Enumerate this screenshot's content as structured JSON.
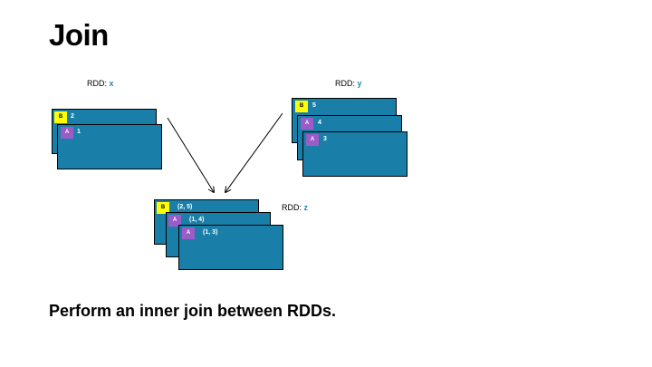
{
  "title": "Join",
  "subtitle": "Perform an inner join between RDDs.",
  "rdd_x": {
    "prefix": "RDD: ",
    "name": "x",
    "rows": [
      {
        "key": "B",
        "value": "2"
      },
      {
        "key": "A",
        "value": "1"
      }
    ]
  },
  "rdd_y": {
    "prefix": "RDD: ",
    "name": "y",
    "rows": [
      {
        "key": "B",
        "value": "5"
      },
      {
        "key": "A",
        "value": "4"
      },
      {
        "key": "A",
        "value": "3"
      }
    ]
  },
  "rdd_z": {
    "prefix": "RDD: ",
    "name": "z",
    "rows": [
      {
        "key": "B",
        "value": "(2, 5)"
      },
      {
        "key": "A",
        "value": "(1, 4)"
      },
      {
        "key": "A",
        "value": "(1, 3)"
      }
    ]
  },
  "colors": {
    "card": "#1a7fa8",
    "key_b": "#ffff00",
    "key_a": "#9b5cc8",
    "rdd_name": "#1a8bb8"
  }
}
